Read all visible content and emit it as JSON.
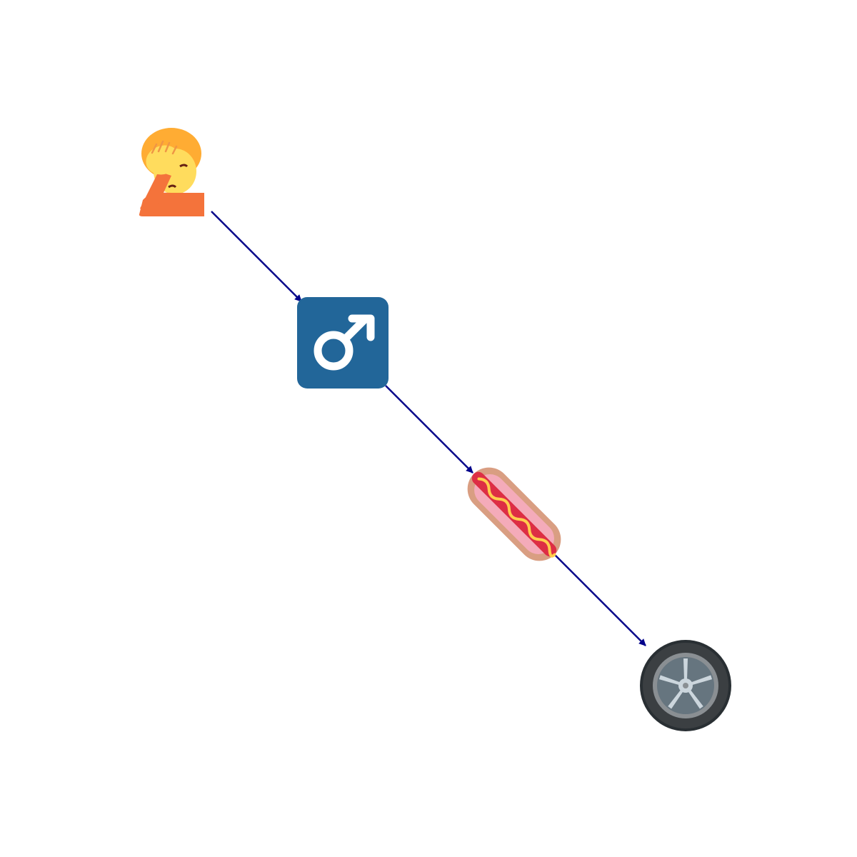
{
  "diagram": {
    "edge_color": "#00008b",
    "nodes": [
      {
        "id": "n1",
        "icon": "person-facepalming-icon"
      },
      {
        "id": "n2",
        "icon": "male-sign-icon",
        "symbol": "♂",
        "bg": "#226699"
      },
      {
        "id": "n3",
        "icon": "hot-dog-icon"
      },
      {
        "id": "n4",
        "icon": "wheel-icon"
      }
    ],
    "edges": [
      {
        "from": "n1",
        "to": "n2"
      },
      {
        "from": "n2",
        "to": "n3"
      },
      {
        "from": "n3",
        "to": "n4"
      }
    ]
  }
}
